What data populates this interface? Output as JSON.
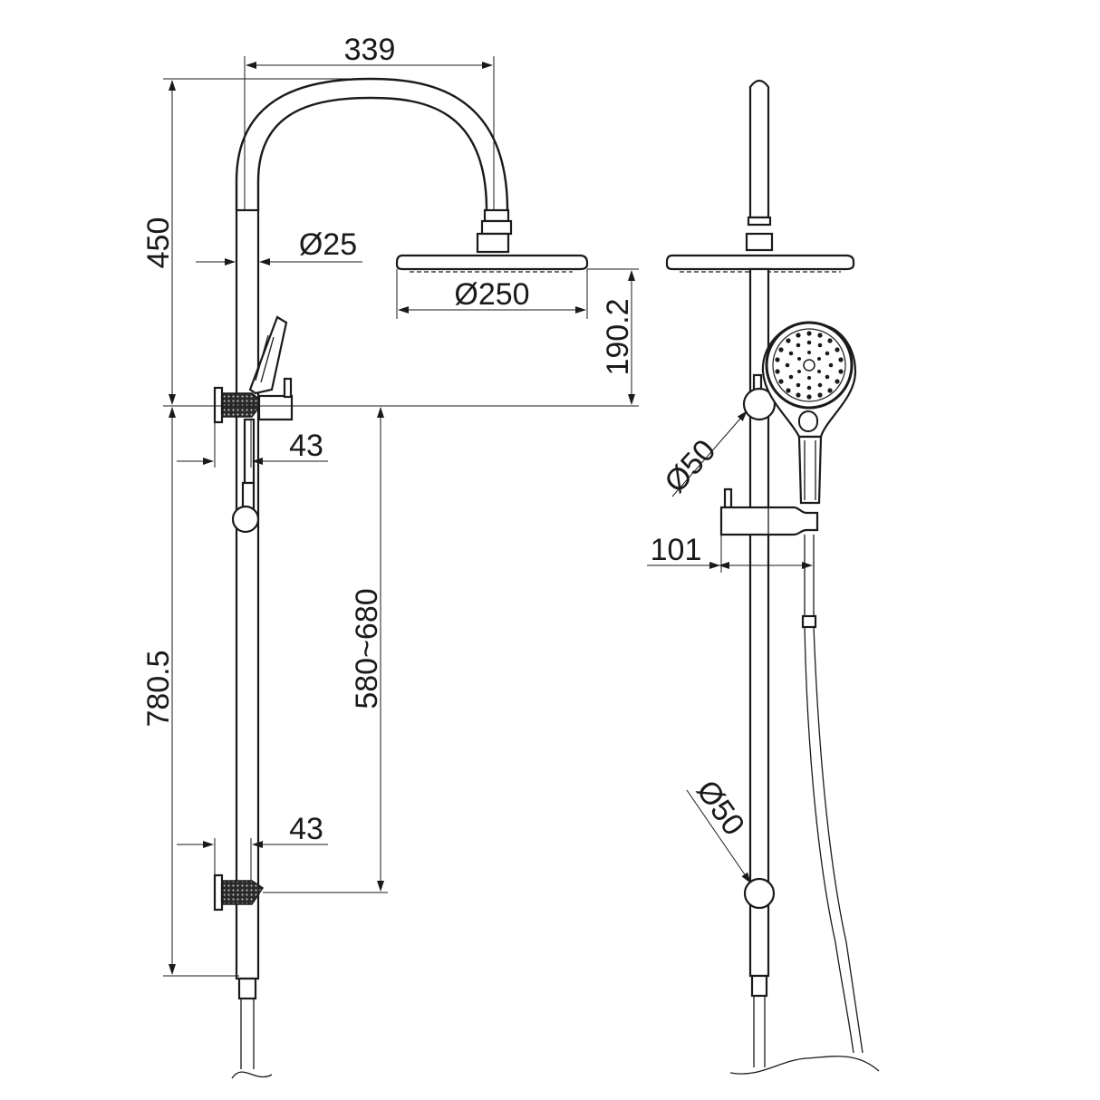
{
  "dimensions": {
    "top_width": "339",
    "arm_height": "450",
    "pipe_diameter": "Ø25",
    "head_diameter": "Ø250",
    "head_drop": "190.2",
    "upper_bracket_offset": "43",
    "rail_length": "780.5",
    "bracket_spacing": "580~680",
    "lower_bracket_offset": "43",
    "handset_holder_diameter": "Ø50",
    "holder_projection": "101",
    "lower_fitting_diameter": "Ø50"
  },
  "colors": {
    "line": "#1a1a1a",
    "background": "#ffffff"
  }
}
